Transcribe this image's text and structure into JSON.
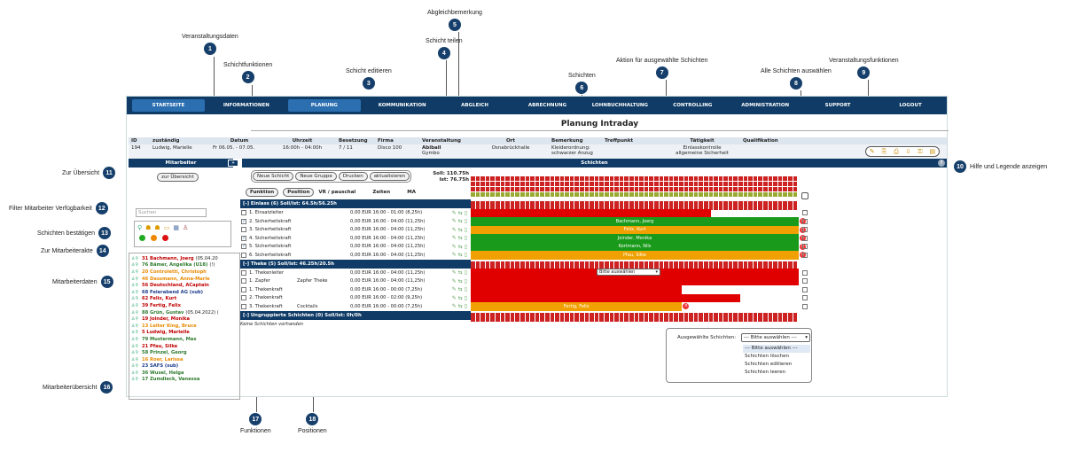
{
  "callouts": [
    {
      "n": "1",
      "label": "Veranstaltungsdaten"
    },
    {
      "n": "2",
      "label": "Schichtfunktionen"
    },
    {
      "n": "3",
      "label": "Schicht editieren"
    },
    {
      "n": "4",
      "label": "Schicht teilen"
    },
    {
      "n": "5",
      "label": "Abgleichbemerkung"
    },
    {
      "n": "6",
      "label": "Schichten"
    },
    {
      "n": "7",
      "label": "Aktion für ausgewählte Schichten"
    },
    {
      "n": "8",
      "label": "Alle Schichten auswählen"
    },
    {
      "n": "9",
      "label": "Veranstaltungsfunktionen"
    },
    {
      "n": "10",
      "label": "Hilfe und Legende anzeigen"
    },
    {
      "n": "11",
      "label": "Zur Übersicht"
    },
    {
      "n": "12",
      "label": "Filter Mitarbeiter Verfügbarkeit"
    },
    {
      "n": "13",
      "label": "Schichten bestätigen"
    },
    {
      "n": "14",
      "label": "Zur Mitarbeiterakte"
    },
    {
      "n": "15",
      "label": "Mitarbeiterdaten"
    },
    {
      "n": "16",
      "label": "Mitarbeiterübersicht"
    },
    {
      "n": "17",
      "label": "Funktionen"
    },
    {
      "n": "18",
      "label": "Positionen"
    }
  ],
  "nav": [
    "STARTSEITE",
    "INFORMATIONEN",
    "PLANUNG",
    "KOMMUNIKATION",
    "ABGLEICH",
    "ABRECHNUNG",
    "LOHNBUCHHALTUNG",
    "CONTROLLING",
    "ADMINISTRATION",
    "SUPPORT",
    "LOGOUT"
  ],
  "page_title": "Planung Intraday",
  "event_headers": [
    "ID",
    "zuständig",
    "Datum",
    "Uhrzeit",
    "Besetzung",
    "Firma",
    "Veranstaltung",
    "Ort",
    "Bemerkung",
    "Treffpunkt",
    "Tätigkeit",
    "Qualifikation"
  ],
  "event": {
    "id": "194",
    "zustaendig": "Ludwig, Marielle",
    "datum": "Fr 06.05. - 07.05.",
    "uhrzeit": "16:00h - 04:00h",
    "besetzung": "7 / 11",
    "firma": "Disco 100",
    "veranstaltung": "Abiball",
    "veranstaltung2": "Gymbo",
    "ort": "Osnabrückhalle",
    "bemerkung": "Kleiderordnung:",
    "bemerkung2": "schwarzer Anzug",
    "taetigkeit": "Einlasskontrolle",
    "taetigkeit2": "allgemeine Sicherheit"
  },
  "left": {
    "header": "Mitarbeiter",
    "collapse": "»",
    "overview_btn": "zur Übersicht",
    "search_placeholder": "Suchen"
  },
  "employees": [
    {
      "name": "31 Bachmann, Joerg",
      "extra": "(05.04.20",
      "color": "#c00000"
    },
    {
      "name": "76 Bämer, Angelika (U18)",
      "extra": "(!)",
      "color": "#2d7a2d"
    },
    {
      "name": "20 Controletti, Christoph",
      "extra": "",
      "color": "#e88a00"
    },
    {
      "name": "46 Dassmann, Anna-Marie",
      "extra": "",
      "color": "#e88a00"
    },
    {
      "name": "56 Deutschland, ACaptain",
      "extra": "",
      "color": "#c00000"
    },
    {
      "name": "68 Feierabend AG (sub)",
      "extra": "",
      "color": "#1a3a8a"
    },
    {
      "name": "62 Felix, Kurt",
      "extra": "",
      "color": "#c00000"
    },
    {
      "name": "39 Fertig, Felix",
      "extra": "",
      "color": "#c00000"
    },
    {
      "name": "88 Grün, Gustav",
      "extra": "(05.04.2022) (",
      "color": "#2d7a2d"
    },
    {
      "name": "19 Joinder, Monika",
      "extra": "",
      "color": "#c00000"
    },
    {
      "name": "13 Leiter King, Bruce",
      "extra": "",
      "color": "#e88a00"
    },
    {
      "name": "5 Ludwig, Marielle",
      "extra": "",
      "color": "#c00000"
    },
    {
      "name": "79 Mustermann, Max",
      "extra": "",
      "color": "#2d7a2d"
    },
    {
      "name": "21 Pfau, Silke",
      "extra": "",
      "color": "#c00000"
    },
    {
      "name": "58 Prinzel, Georg",
      "extra": "",
      "color": "#2d7a2d"
    },
    {
      "name": "16 Roer, Larissa",
      "extra": "",
      "color": "#e88a00"
    },
    {
      "name": "23 SAFS (sub)",
      "extra": "",
      "color": "#1a3a8a"
    },
    {
      "name": "36 Wusel, Helga",
      "extra": "",
      "color": "#2d7a2d"
    },
    {
      "name": "17 Zumdieck, Vanessa",
      "extra": "",
      "color": "#2d7a2d"
    }
  ],
  "shifts_header": "Schichten",
  "toolbar": {
    "new_shift": "Neue Schicht",
    "new_group": "Neue Gruppe",
    "print": "Drucken",
    "refresh": "aktualisieren",
    "soll_label": "Soll:",
    "soll": "110.75h",
    "ist_label": "Ist:",
    "ist": "76.75h"
  },
  "columns": {
    "funktion": "Funktion",
    "position": "Position",
    "vr": "VR / pauschal",
    "zeiten": "Zeiten",
    "ma": "MA"
  },
  "groups": [
    {
      "title": "[-]  Einlass (6) Soll/Ist: 64.5h/56.25h",
      "rows": [
        {
          "checked": false,
          "label": "1. Einsatzleiter",
          "position": "",
          "time": "0,00 EUR 16:00 - 01:00 (8,25h)",
          "person": "",
          "color": "#e00000"
        },
        {
          "checked": true,
          "label": "2. Sicherheitskraft",
          "position": "",
          "time": "0,00 EUR 16:00 - 04:00 (11,25h)",
          "person": "Bachmann, Joerg",
          "color": "#1a9a1a"
        },
        {
          "checked": false,
          "label": "3. Sicherheitskraft",
          "position": "",
          "time": "0,00 EUR 16:00 - 04:00 (11,25h)",
          "person": "Felix, Kurt",
          "color": "#f0a000"
        },
        {
          "checked": true,
          "label": "4. Sicherheitskraft",
          "position": "",
          "time": "0,00 EUR 16:00 - 04:00 (11,25h)",
          "person": "Joinder, Monika",
          "color": "#1a9a1a"
        },
        {
          "checked": true,
          "label": "5. Sicherheitskraft",
          "position": "",
          "time": "0,00 EUR 16:00 - 04:00 (11,25h)",
          "person": "Kortmann, Nils",
          "color": "#1a9a1a"
        },
        {
          "checked": false,
          "label": "6. Sicherheitskraft",
          "position": "",
          "time": "0,00 EUR 16:00 - 04:00 (11,25h)",
          "person": "Pfau, Silke",
          "color": "#f0a000"
        }
      ]
    },
    {
      "title": "[-]  Theke (5) Soll/Ist: 46.25h/20.5h",
      "rows": [
        {
          "checked": false,
          "label": "1. Thekenleiter",
          "position": "",
          "time": "0,00 EUR 16:00 - 04:00 (11,25h)",
          "person": "",
          "color": "#e00000"
        },
        {
          "checked": false,
          "label": "1. Zapfer",
          "position": "Zapfer Theke",
          "time": "0,00 EUR 16:00 - 04:00 (11,25h)",
          "person": "",
          "color": "#e00000"
        },
        {
          "checked": false,
          "label": "1. Thekenkraft",
          "position": "",
          "time": "0,00 EUR 16:00 - 00:00 (7,25h)",
          "person": "",
          "color": "#e00000"
        },
        {
          "checked": false,
          "label": "2. Thekenkraft",
          "position": "",
          "time": "0,00 EUR 16:00 - 02:00 (9,25h)",
          "person": "",
          "color": "#e00000"
        },
        {
          "checked": false,
          "label": "3. Thekenkraft",
          "position": "Cocktails",
          "time": "0,00 EUR 16:00 - 00:00 (7,25h)",
          "person": "Fertig, Felix",
          "color": "#f0a000"
        }
      ]
    },
    {
      "title": "[-]  Ungruppierte Schichten (0) Soll/Ist: 0h/0h",
      "rows": []
    }
  ],
  "no_shifts": "Keine Schichten vorhanden",
  "select_placeholder": "Bitte auswählen",
  "selected_action": {
    "label": "Ausgewählte Schichten:",
    "value": "--- Bitte auswählen ---",
    "options": [
      "--- Bitte auswählen ---",
      "Schichten löschen",
      "Schichten editieren",
      "Schichten leeren"
    ]
  },
  "help_icon": "?"
}
